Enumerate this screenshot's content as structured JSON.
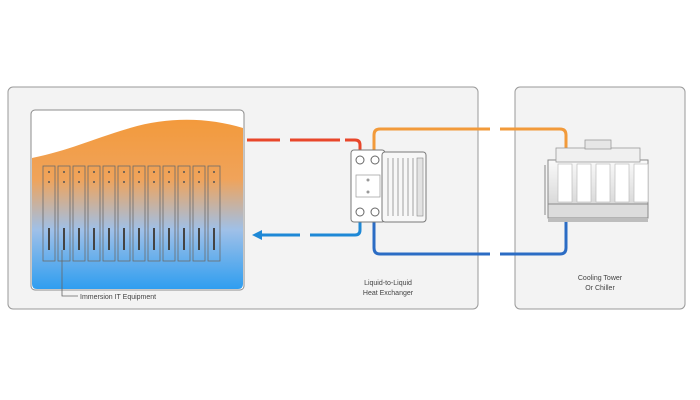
{
  "labels": {
    "equipment": "Immersion IT Equipment",
    "hx_line1": "Liquid-to-Liquid",
    "hx_line2": "Heat Exchanger",
    "tower_line1": "Cooling Tower",
    "tower_line2": "Or Chiller"
  },
  "colors": {
    "hot": "#e8462a",
    "warm": "#f29a3a",
    "cold": "#1e88d6",
    "cool_blue": "#2b6cc4",
    "panel_border": "#9a9a9a",
    "panel_fill": "#f2f2f2"
  }
}
